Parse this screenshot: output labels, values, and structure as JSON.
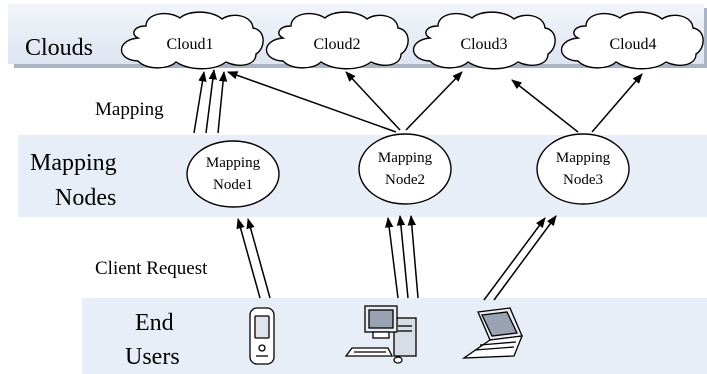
{
  "layers": {
    "clouds": {
      "label": "Clouds"
    },
    "mapping_nodes": {
      "label_line1": "Mapping",
      "label_line2": "Nodes"
    },
    "end_users": {
      "label_line1": "End",
      "label_line2": "Users"
    }
  },
  "clouds": [
    {
      "label": "Cloud1"
    },
    {
      "label": "Cloud2"
    },
    {
      "label": "Cloud3"
    },
    {
      "label": "Cloud4"
    }
  ],
  "nodes": [
    {
      "line1": "Mapping",
      "line2": "Node1"
    },
    {
      "line1": "Mapping",
      "line2": "Node2"
    },
    {
      "line1": "Mapping",
      "line2": "Node3"
    }
  ],
  "annotations": {
    "mapping": "Mapping",
    "client_request": "Client Request"
  },
  "devices": [
    {
      "icon": "mobile-device-icon"
    },
    {
      "icon": "desktop-computer-icon"
    },
    {
      "icon": "laptop-icon"
    }
  ],
  "colors": {
    "band_fill": "#e8eef7",
    "band_edge": "#9aa6b8",
    "line": "#000000"
  }
}
